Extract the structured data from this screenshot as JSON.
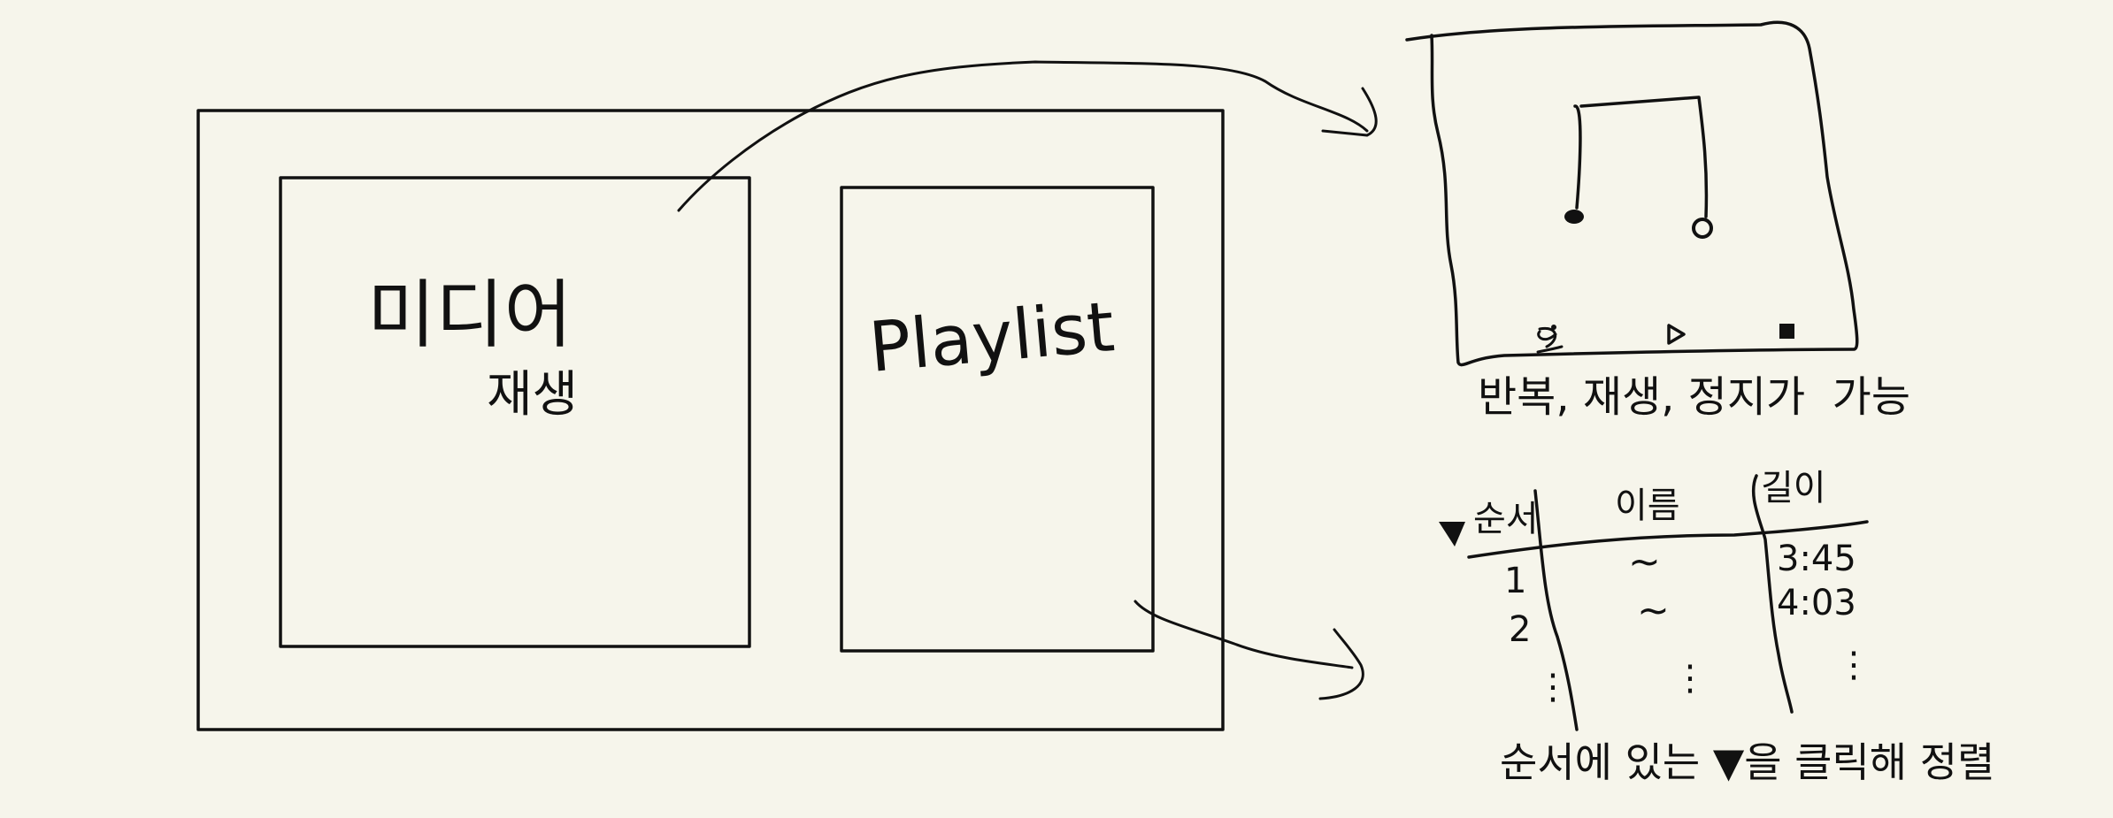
{
  "wireframe": {
    "media_panel": {
      "line1": "미디어",
      "line2": "재생"
    },
    "playlist_panel": {
      "label": "Playlist"
    }
  },
  "player_detail": {
    "controls": {
      "repeat_icon": "repeat-icon",
      "play_icon": "play-icon",
      "stop_icon": "stop-icon"
    },
    "note_icon": "music-note-icon",
    "caption": "반복, 재생, 정지가  가능"
  },
  "playlist_detail": {
    "headers": [
      "순서",
      "이름",
      "길이"
    ],
    "rows": [
      {
        "order": "1",
        "name": "~",
        "length": "3:45"
      },
      {
        "order": "2",
        "name": "~",
        "length": "4:03"
      }
    ],
    "continuation": "⋮",
    "caption": "순서에 있는 ▼을 클릭해 정렬"
  }
}
